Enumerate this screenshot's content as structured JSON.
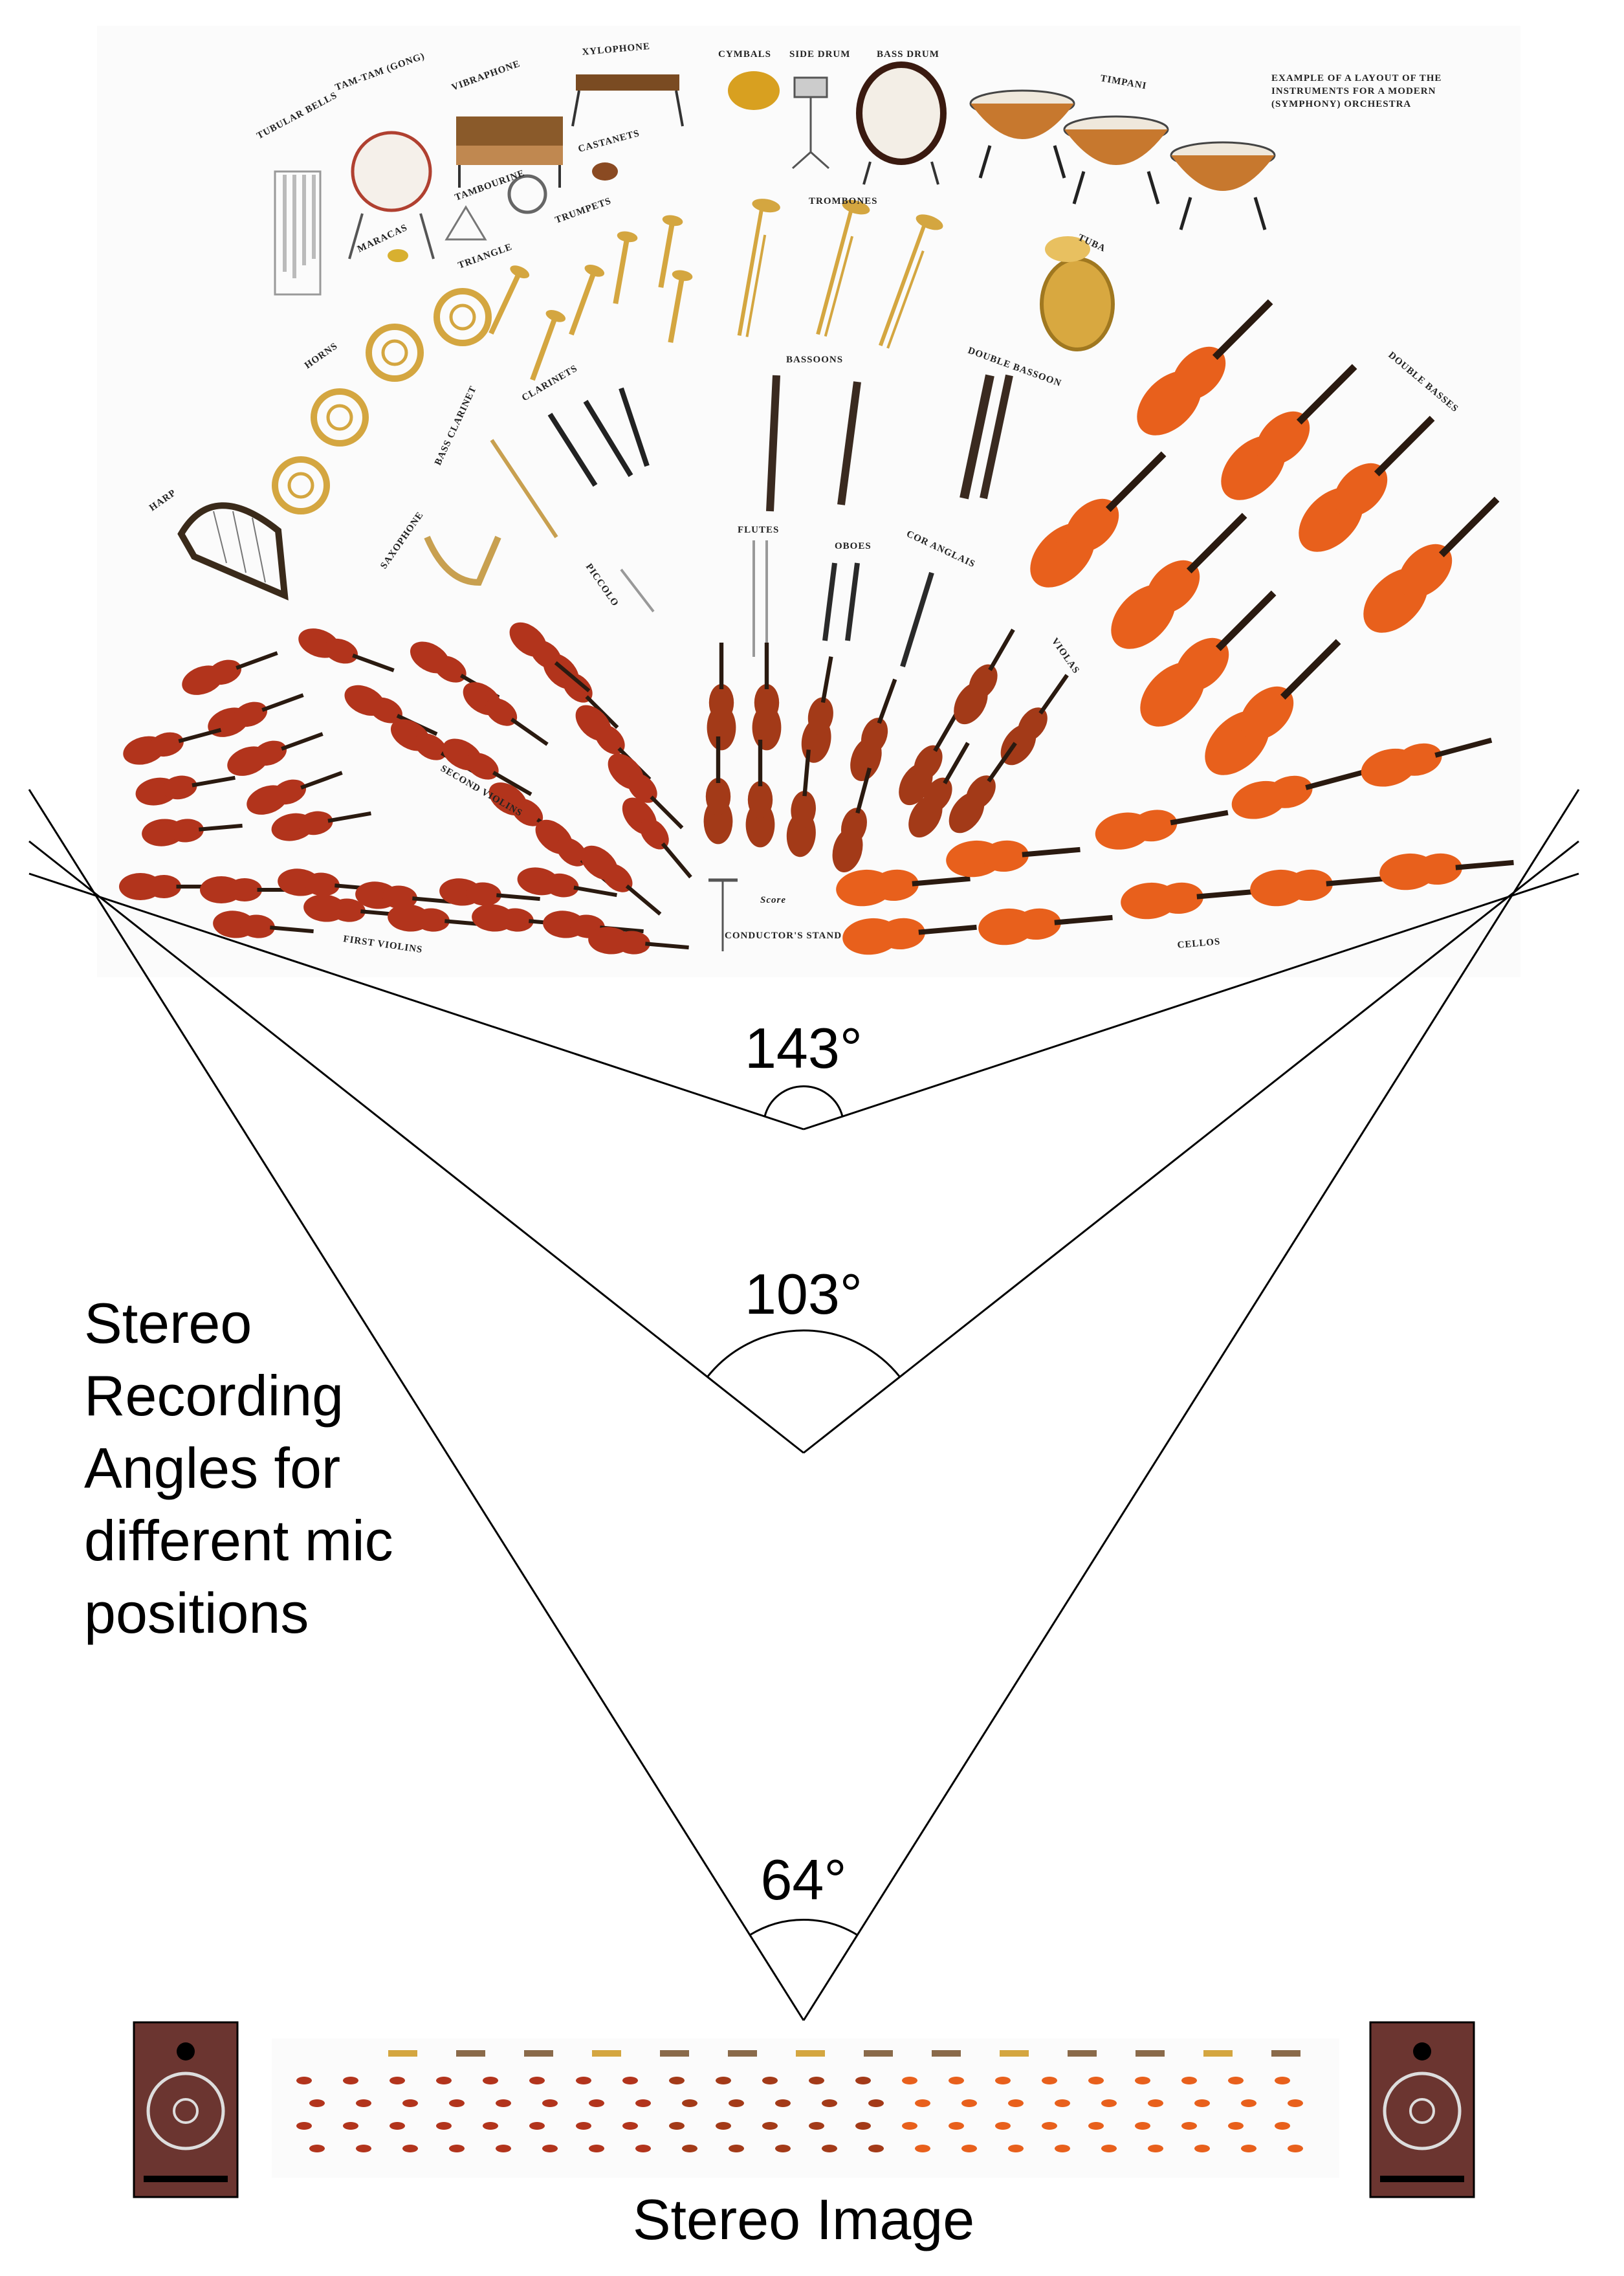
{
  "caption": {
    "lines": [
      "Stereo",
      "Recording",
      "Angles for",
      "different mic",
      "positions"
    ]
  },
  "angles": [
    {
      "label": "143°",
      "degrees": 143
    },
    {
      "label": "103°",
      "degrees": 103
    },
    {
      "label": "64°",
      "degrees": 64
    }
  ],
  "stereo_image_label": "Stereo Image",
  "orchestra": {
    "title_lines": [
      "EXAMPLE OF A LAYOUT OF THE",
      "INSTRUMENTS FOR A MODERN",
      "(SYMPHONY) ORCHESTRA"
    ],
    "labels": {
      "tubular_bells": "TUBULAR BELLS",
      "tam_tam": "TAM-TAM (GONG)",
      "vibraphone": "VIBRAPHONE",
      "xylophone": "XYLOPHONE",
      "cymbals": "CYMBALS",
      "side_drum": "SIDE DRUM",
      "bass_drum": "BASS DRUM",
      "timpani": "TIMPANI",
      "castanets": "CASTANETS",
      "tambourine": "TAMBOURINE",
      "maracas": "MARACAS",
      "triangle": "TRIANGLE",
      "trumpets": "TRUMPETS",
      "trombones": "TROMBONES",
      "tuba": "TUBA",
      "horns": "HORNS",
      "clarinets": "CLARINETS",
      "bass_clarinet": "BASS CLARINET",
      "bassoons": "BASSOONS",
      "double_bassoon": "DOUBLE BASSOON",
      "double_basses": "DOUBLE BASSES",
      "harp": "HARP",
      "saxophone": "SAXOPHONE",
      "piccolo": "PICCOLO",
      "flutes": "FLUTES",
      "oboes": "OBOES",
      "cor_anglais": "COR ANGLAIS",
      "violas": "VIOLAS",
      "second_violins": "SECOND VIOLINS",
      "first_violins": "FIRST VIOLINS",
      "cellos": "CELLOS",
      "score": "Score",
      "conductors_stand": "CONDUCTOR'S STAND"
    }
  },
  "colors": {
    "line": "#000000",
    "speaker_body": "#6b3530",
    "violin": "#b2341c",
    "cello": "#e8601c",
    "brass": "#d4a640",
    "wood": "#3a2a20",
    "timpani": "#c7782e"
  },
  "icons": [
    "speaker-left-icon",
    "speaker-right-icon"
  ]
}
